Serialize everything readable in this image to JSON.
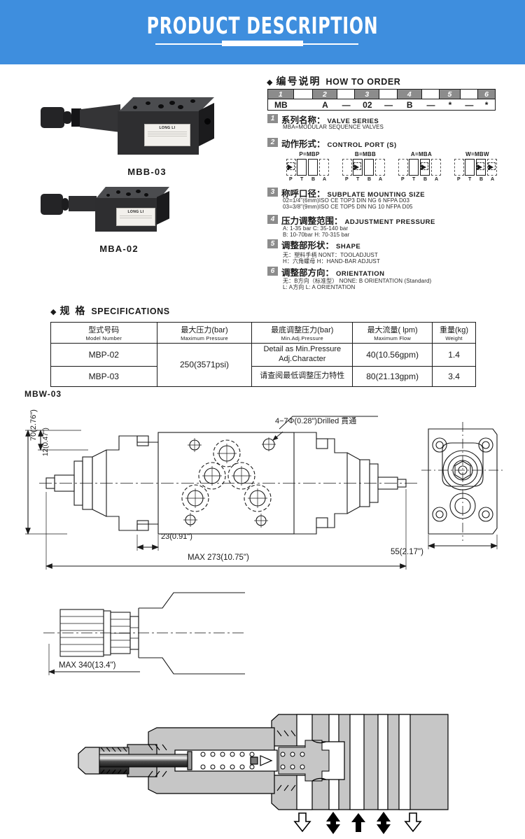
{
  "banner": {
    "title": "PRODUCT DESCRIPTION"
  },
  "photos": [
    {
      "caption": "MBB-03",
      "brand": "LONG LI"
    },
    {
      "caption": "MBA-02",
      "brand": "LONG LI"
    }
  ],
  "how_to_order": {
    "heading_cn": "编号说明",
    "heading_en": "HOW TO ORDER",
    "diamond": "◆",
    "code_table": {
      "numbers": [
        "1",
        "2",
        "3",
        "4",
        "5",
        "6"
      ],
      "values": [
        "MB",
        "A",
        "—",
        "02",
        "—",
        "B",
        "—",
        "*",
        "—",
        "*"
      ]
    },
    "items": [
      {
        "num": "1",
        "title_cn": "系列名称：",
        "title_en": "VALVE SERIES",
        "lines": [
          "MBA=MODULAR SEQUENCE VALVES"
        ]
      },
      {
        "num": "2",
        "title_cn": "动作形式：",
        "title_en": "CONTROL PORT (S)",
        "symbols": [
          {
            "caption": "P=MBP",
            "ports": [
              "P",
              "T",
              "B",
              "A"
            ],
            "valve_pos": 0
          },
          {
            "caption": "B=MBB",
            "ports": [
              "P",
              "T",
              "B",
              "A"
            ],
            "valve_pos": 1
          },
          {
            "caption": "A=MBA",
            "ports": [
              "P",
              "T",
              "B",
              "A"
            ],
            "valve_pos": 2
          },
          {
            "caption": "W=MBW",
            "ports": [
              "P",
              "T",
              "B",
              "A"
            ],
            "valve_pos": 3
          }
        ]
      },
      {
        "num": "3",
        "title_cn": "称呼口径：",
        "title_en": "SUBPLATE MOUNTING SIZE",
        "lines": [
          "02=1/4\"(6mm)ISO CE TOP3 DIN NG 6 NFPA D03",
          "03=3/8\"(9mm)ISO CE TOP5 DIN NG 10 NFPA D05"
        ]
      },
      {
        "num": "4",
        "title_cn": "压力调整范围：",
        "title_en": "ADJUSTMENT PRESSURE",
        "lines": [
          "A: 1-35 bar      C: 35-140 bar",
          "B: 10-70bar      H: 70-315 bar"
        ]
      },
      {
        "num": "5",
        "title_cn": "调整部形状：",
        "title_en": "SHAPE",
        "lines": [
          "无：塑料手柄  NONT：TOOLADJUST",
          "H：六角螺母   H：HAND-BAR ADJUST"
        ]
      },
      {
        "num": "6",
        "title_cn": "调整部方向：",
        "title_en": "ORIENTATION",
        "lines": [
          "无：B方向（标准型）   NONE: B ORIENTATION (Standard)",
          "L: A方向 L: A ORIENTATION"
        ]
      }
    ]
  },
  "specifications": {
    "heading_cn": "规  格",
    "heading_en": "SPECIFICATIONS",
    "diamond": "◆",
    "columns": [
      {
        "cn": "型式号码",
        "en": "Model Number"
      },
      {
        "cn": "最大压力(bar)",
        "en": "Maximum Pressure"
      },
      {
        "cn": "最底调整压力(bar)",
        "en": "Min.Adj.Pressure"
      },
      {
        "cn": "最大流量( lpm)",
        "en": "Maximum Flow"
      },
      {
        "cn": "重量(kg)",
        "en": "Weight"
      }
    ],
    "rows": [
      {
        "model": "MBP-02",
        "flow": "40(10.56gpm)",
        "weight": "1.4"
      },
      {
        "model": "MBP-03",
        "flow": "80(21.13gpm)",
        "weight": "3.4"
      }
    ],
    "max_pressure": "250(3571psi)",
    "min_adj_line1": "Detail as Min.Pressure",
    "min_adj_line2": "Adj.Character",
    "min_adj_line3": "请查阅最低调整压力特性"
  },
  "drawing": {
    "title": "MBW-03",
    "callout": "4−7Φ(0.28\")Drilled 貫通",
    "dim_height": "70(2.76\")",
    "dim_small": "12(0.47\")",
    "dim_offset": "23(0.91\")",
    "dim_length": "MAX 273(10.75\")",
    "dim_width": "55(2.17\")",
    "dim_max_long": "MAX 340(13.4\")"
  },
  "cross_section": {
    "arrows": [
      "down-outline",
      "bidirectional",
      "up",
      "bidirectional",
      "down-outline"
    ]
  },
  "colors": {
    "banner_blue": "#3e8ede",
    "badge_gray": "#8c8c8c",
    "line_black": "#1a1a1a",
    "section_fill": "#c8c8c8"
  }
}
